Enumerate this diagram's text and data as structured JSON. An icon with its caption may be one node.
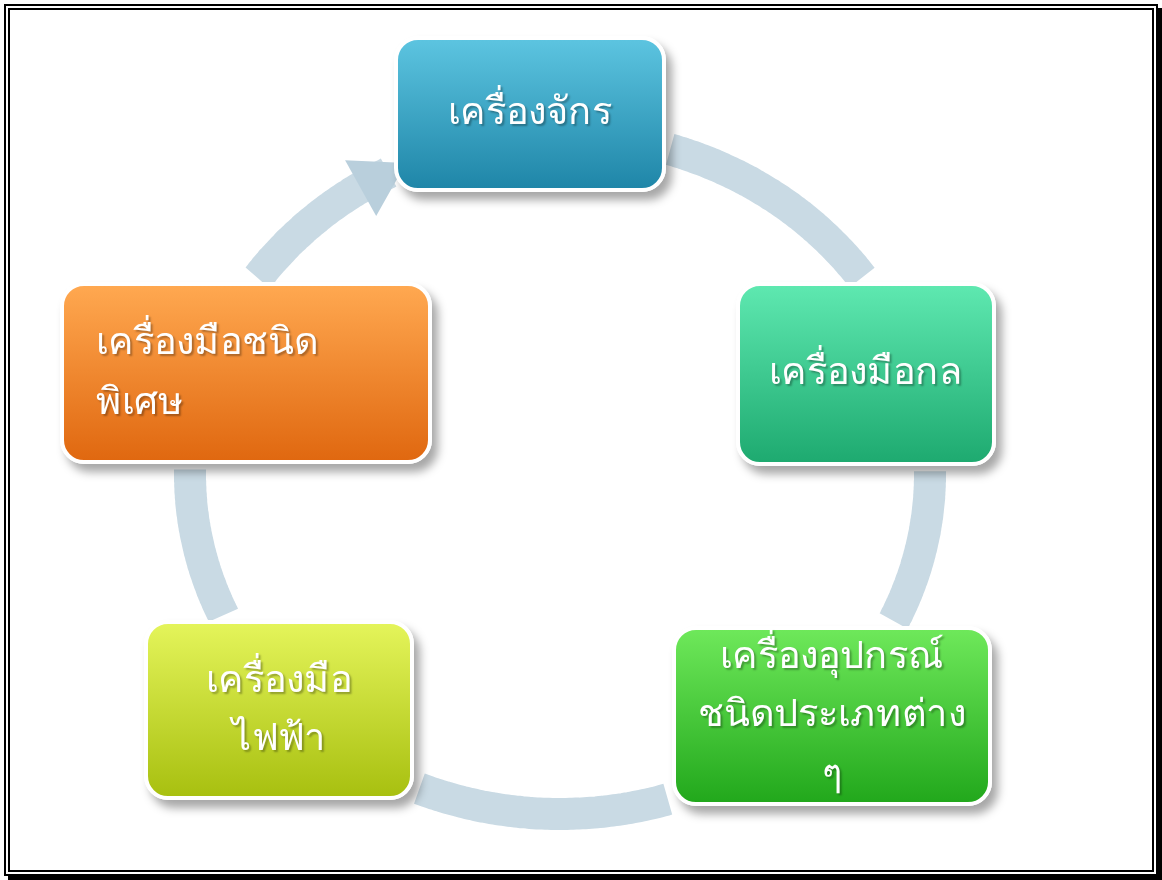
{
  "diagram": {
    "nodes": [
      {
        "text": [
          "เครื่องจักร"
        ]
      },
      {
        "text": [
          "เครื่องมือกล"
        ]
      },
      {
        "text": [
          "เครื่องอุปกรณ์ชนิดประเภทต่าง ๆ"
        ]
      },
      {
        "text": [
          "เครื่องมือไฟฟ้า"
        ]
      },
      {
        "text": [
          "เครื่องมือชนิดพิเศษ"
        ]
      }
    ],
    "edges": [
      {
        "from": 0,
        "to": 1,
        "arrow": "none"
      },
      {
        "from": 1,
        "to": 2,
        "arrow": "none"
      },
      {
        "from": 2,
        "to": 3,
        "arrow": "none"
      },
      {
        "from": 3,
        "to": 4,
        "arrow": "none"
      },
      {
        "from": 4,
        "to": 0,
        "arrow": "to"
      }
    ]
  }
}
